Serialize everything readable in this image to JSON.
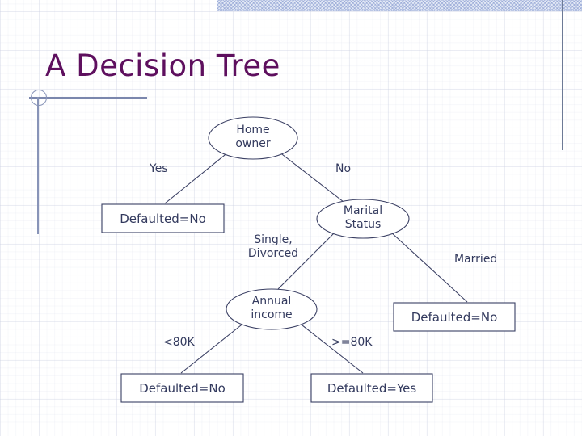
{
  "slide": {
    "title": "A Decision Tree",
    "title_color": "#5e0f5e",
    "accent_color": "#333a5e",
    "rule_color": "#8894b8",
    "background": "#ffffff"
  },
  "decor": {
    "top_band_name": "top-hatched-band",
    "right_rule_name": "right-vertical-rule",
    "left_circle_name": "left-circle-bullet"
  },
  "tree": {
    "type": "decision-tree",
    "root": "Home owner",
    "decision_nodes": [
      {
        "id": "home-owner",
        "label": "Home\nowner",
        "shape": "ellipse"
      },
      {
        "id": "marital",
        "label": "Marital\nStatus",
        "shape": "ellipse"
      },
      {
        "id": "annual",
        "label": "Annual\nincome",
        "shape": "ellipse"
      }
    ],
    "leaf_nodes": [
      {
        "id": "leaf-left",
        "label": "Defaulted=No",
        "shape": "rect"
      },
      {
        "id": "leaf-right",
        "label": "Defaulted=No",
        "shape": "rect"
      },
      {
        "id": "leaf-bottom-left",
        "label": "Defaulted=No",
        "shape": "rect"
      },
      {
        "id": "leaf-bottom-right",
        "label": "Defaulted=Yes",
        "shape": "rect"
      }
    ],
    "edge_labels": [
      {
        "id": "edge-yes",
        "label": "Yes"
      },
      {
        "id": "edge-no",
        "label": "No"
      },
      {
        "id": "edge-single",
        "label": "Single,\nDivorced"
      },
      {
        "id": "edge-married",
        "label": "Married"
      },
      {
        "id": "edge-lt80k",
        "label": "<80K"
      },
      {
        "id": "edge-gte80k",
        "label": ">=80K"
      }
    ],
    "edges": [
      {
        "from": "home-owner",
        "to": "leaf-left",
        "label": "Yes"
      },
      {
        "from": "home-owner",
        "to": "marital",
        "label": "No"
      },
      {
        "from": "marital",
        "to": "annual",
        "label": "Single, Divorced"
      },
      {
        "from": "marital",
        "to": "leaf-right",
        "label": "Married"
      },
      {
        "from": "annual",
        "to": "leaf-bottom-left",
        "label": "<80K"
      },
      {
        "from": "annual",
        "to": "leaf-bottom-right",
        "label": ">=80K"
      }
    ]
  }
}
